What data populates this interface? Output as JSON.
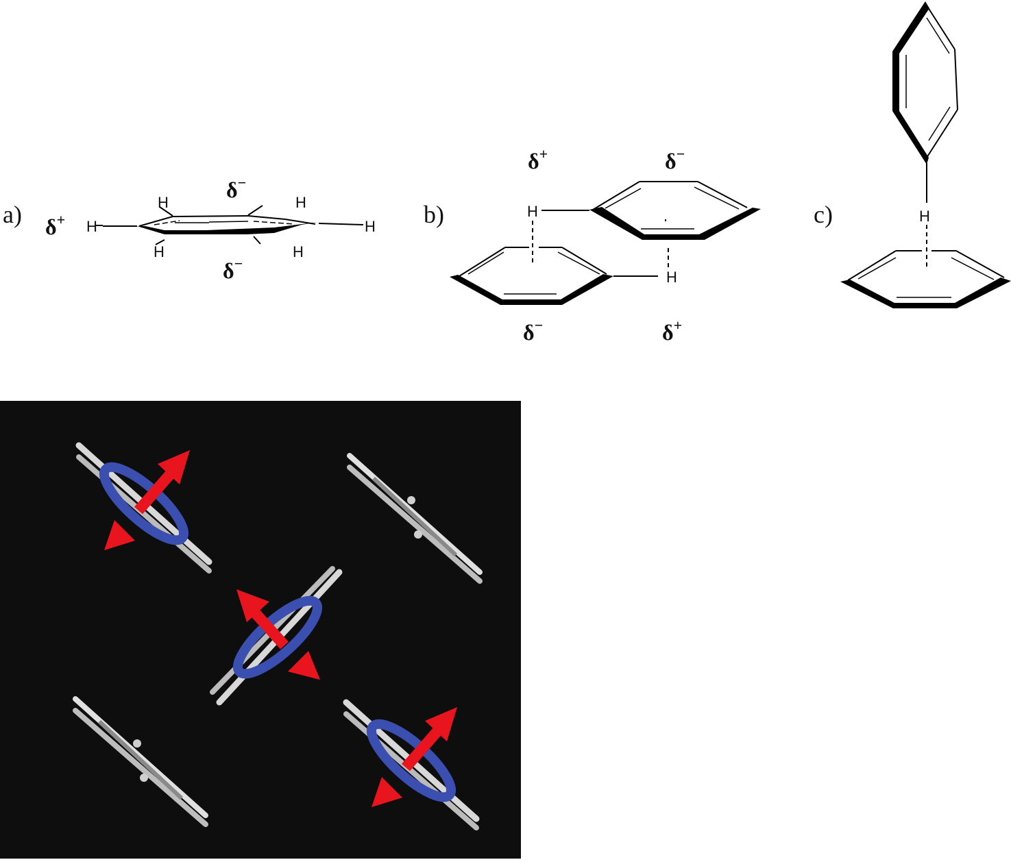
{
  "panels": {
    "a": {
      "label": "a)",
      "charges": {
        "left": "δ",
        "left_sign": "+",
        "top": "δ",
        "top_sign": "−",
        "bottom": "δ",
        "bottom_sign": "−"
      },
      "atoms": [
        "H",
        "H",
        "H",
        "H",
        "H",
        "H"
      ],
      "description": "Benzene ring edge-on with quadrupole charge distribution"
    },
    "b": {
      "label": "b)",
      "charges": {
        "top_left": "δ",
        "top_left_sign": "+",
        "top_right": "δ",
        "top_right_sign": "−",
        "bottom_left": "δ",
        "bottom_left_sign": "−",
        "bottom_right": "δ",
        "bottom_right_sign": "+"
      },
      "atoms": [
        "H",
        "H"
      ],
      "description": "Parallel-displaced benzene dimer with C–H···π contacts"
    },
    "c": {
      "label": "c)",
      "atoms": [
        "H"
      ],
      "description": "T-shaped benzene dimer (edge-to-face)"
    }
  },
  "crystal_view": {
    "description": "Benzene crystal packing with quadrupole moments",
    "background": "#0e0e0e",
    "ring_color": "#3a4fb0",
    "arrow_color": "#e8141e",
    "bond_color": "#d8d8d8",
    "molecules": [
      {
        "id": 1,
        "highlighted": true
      },
      {
        "id": 2,
        "highlighted": false
      },
      {
        "id": 3,
        "highlighted": true
      },
      {
        "id": 4,
        "highlighted": false
      },
      {
        "id": 5,
        "highlighted": true
      }
    ]
  }
}
